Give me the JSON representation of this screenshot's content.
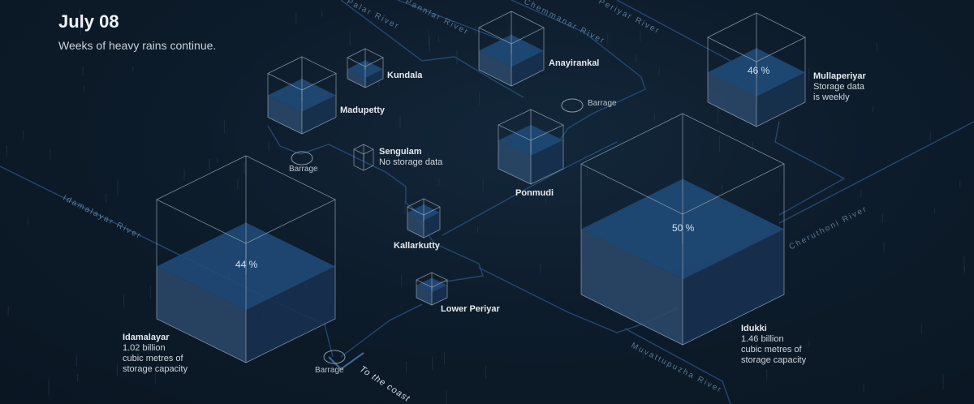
{
  "header": {
    "date": "July 08",
    "subtitle": "Weeks of heavy rains continue."
  },
  "colors": {
    "water_top": "#1f4a78",
    "water_side": "#2d4a6b",
    "river": "#2a4f7a",
    "outline": "#9aa8b6",
    "background": "#0d1c2b"
  },
  "dams": [
    {
      "name": "Kundala",
      "note": "",
      "level_pct": 45
    },
    {
      "name": "Madupetty",
      "note": "",
      "level_pct": 50
    },
    {
      "name": "Anayirankal",
      "note": "",
      "level_pct": 45
    },
    {
      "name": "Mullaperiyar",
      "note": "Storage data\nis weekly",
      "level_pct": 46,
      "level_label": "46 %"
    },
    {
      "name": "Sengulam",
      "note": "No storage data",
      "level_pct": 0
    },
    {
      "name": "Ponmudi",
      "note": "",
      "level_pct": 65
    },
    {
      "name": "Kallarkutty",
      "note": "",
      "level_pct": 75
    },
    {
      "name": "Idamalayar",
      "note": "1.02 billion\ncubic metres of\nstorage capacity",
      "level_pct": 44,
      "level_label": "44 %"
    },
    {
      "name": "Lower Periyar",
      "note": "",
      "level_pct": 70
    },
    {
      "name": "Idukki",
      "note": "1.46 billion\ncubic metres of\nstorage capacity",
      "level_pct": 50,
      "level_label": "50 %"
    }
  ],
  "barrages": [
    "Barrage",
    "Barrage",
    "Barrage"
  ],
  "rivers": [
    "Palar River",
    "Pannlar River",
    "Chemmanar River",
    "Periyar River",
    "Idamalayar River",
    "Cheruthoni River",
    "Muvattupuzha River"
  ],
  "coast_label": "To the coast"
}
